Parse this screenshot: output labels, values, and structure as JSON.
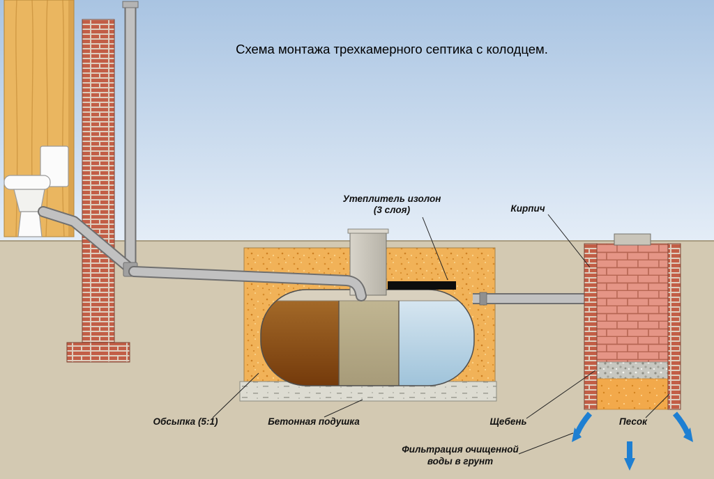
{
  "title": "Схема монтажа трехкамерного септика с колодцем.",
  "labels": {
    "insulation": {
      "line1": "Утеплитель изолон",
      "line2": "(3 слоя)"
    },
    "brick": "Кирпич",
    "backfill": "Обсыпка (5:1)",
    "concrete_pad": "Бетонная подушка",
    "gravel": "Щебень",
    "sand": "Песок",
    "filtration": {
      "line1": "Фильтрация очищенной",
      "line2": "воды в грунт"
    }
  },
  "colors": {
    "sky-top": "#a9c4e2",
    "sky-bottom": "#e4edf7",
    "ground": "#d3c9b2",
    "ground-line": "#a89c82",
    "wood": "#eab660",
    "wood-grain": "#c78f3a",
    "brick": "#c25e46",
    "brick-mortar": "#decfc0",
    "pipe": "#c1c1c1",
    "pipe-edge": "#6f6f6f",
    "backfill-sand": "#f1b258",
    "tank-brown-top": "#a96f2c",
    "tank-brown-bottom": "#743a0b",
    "tank-tan-top": "#c4b995",
    "tank-tan-bottom": "#a79b79",
    "tank-blue-top": "#ddeaf3",
    "tank-blue-bottom": "#9fc3da",
    "tank-lid": "#d9d1bf",
    "riser": "#c9c5ba",
    "insulation": "#0d0d0d",
    "concrete": "#dddcd2",
    "gravel": "#c7c7c0",
    "well-brick": "#e59586",
    "well-brick-line": "#b56552",
    "well-sand": "#f2a94b",
    "arrow": "#1e7fd2",
    "text": "#111111",
    "leader": "#222222"
  }
}
